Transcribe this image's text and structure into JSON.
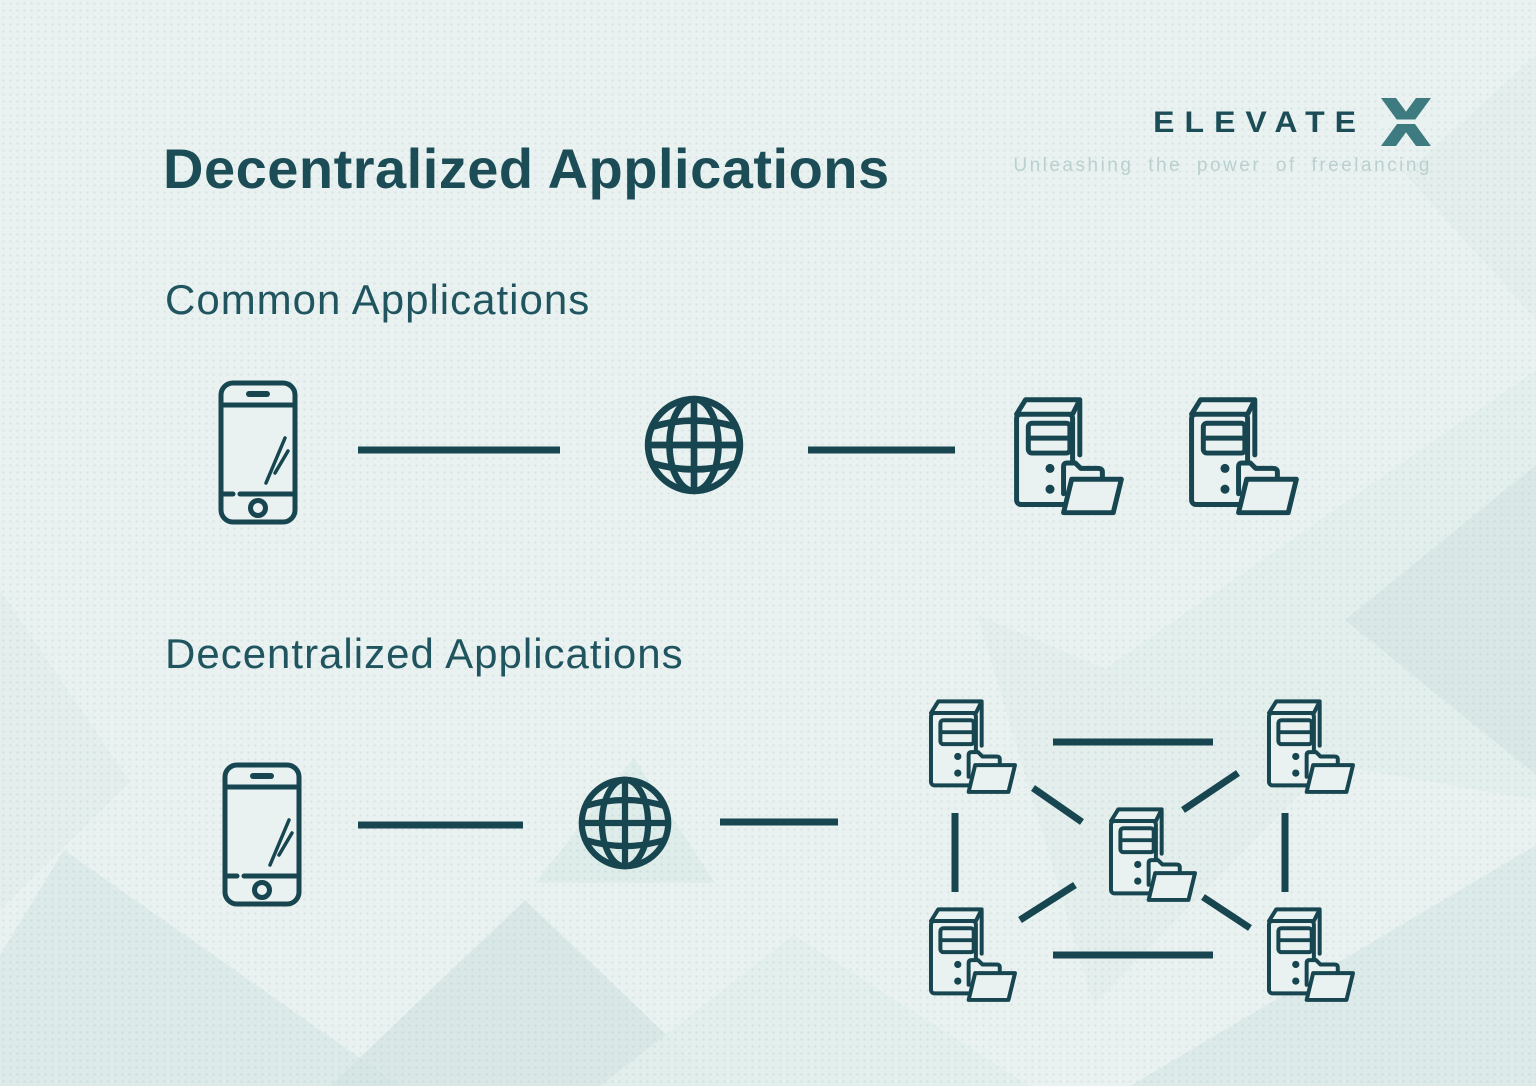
{
  "page": {
    "title": "Decentralized Applications"
  },
  "logo": {
    "brand": "ELEVATE",
    "mark": "X",
    "tagline": "Unleashing the power of freelancing"
  },
  "sections": {
    "common": {
      "heading": "Common Applications",
      "flow": [
        "smartphone-icon",
        "connector-line",
        "globe-icon",
        "connector-line",
        "server-folder-icon",
        "server-folder-icon"
      ]
    },
    "decentralized": {
      "heading": "Decentralized Applications",
      "flow": [
        "smartphone-icon",
        "connector-line",
        "globe-icon",
        "connector-line",
        "server-mesh-of-five"
      ]
    }
  },
  "icons": {
    "smartphone": "smartphone-icon",
    "globe": "globe-icon",
    "server": "server-folder-icon",
    "logo_mark": "elevatex-x-logo-icon"
  },
  "colors": {
    "background": "#eaf2f1",
    "ink": "#174650",
    "title": "#1c4d57",
    "heading": "#205560",
    "logo-mark": "#3e7b80",
    "tagline": "#bad0ce",
    "tri-light": "#e2eeec",
    "tri-mid": "#dcebe9",
    "tri-dark": "#d5e5e3"
  }
}
